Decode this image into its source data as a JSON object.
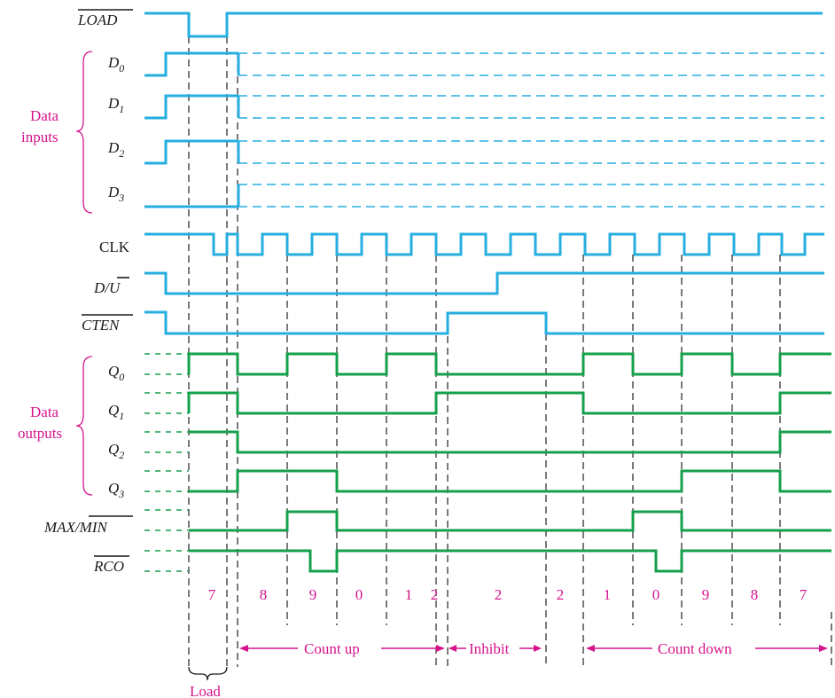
{
  "signals": {
    "load": "LOAD",
    "d0_base": "D",
    "d0_sub": "0",
    "d1_base": "D",
    "d1_sub": "1",
    "d2_base": "D",
    "d2_sub": "2",
    "d3_base": "D",
    "d3_sub": "3",
    "clk": "CLK",
    "du_d": "D/",
    "du_u": "U",
    "cten": "CTEN",
    "q0_base": "Q",
    "q0_sub": "0",
    "q1_base": "Q",
    "q1_sub": "1",
    "q2_base": "Q",
    "q2_sub": "2",
    "q3_base": "Q",
    "q3_sub": "3",
    "maxmin": "MAX/MIN",
    "rco": "RCO"
  },
  "groups": {
    "data_inputs_line1": "Data",
    "data_inputs_line2": "inputs",
    "data_outputs_line1": "Data",
    "data_outputs_line2": "outputs"
  },
  "counts": [
    "7",
    "8",
    "9",
    "0",
    "1",
    "2",
    "2",
    "2",
    "1",
    "0",
    "9",
    "8",
    "7"
  ],
  "phases": {
    "count_up": "Count up",
    "inhibit": "Inhibit",
    "count_down": "Count down",
    "load": "Load"
  },
  "colors": {
    "input_wave": "#26aee0",
    "output_wave": "#15a04c",
    "annotation": "#d4148c"
  }
}
